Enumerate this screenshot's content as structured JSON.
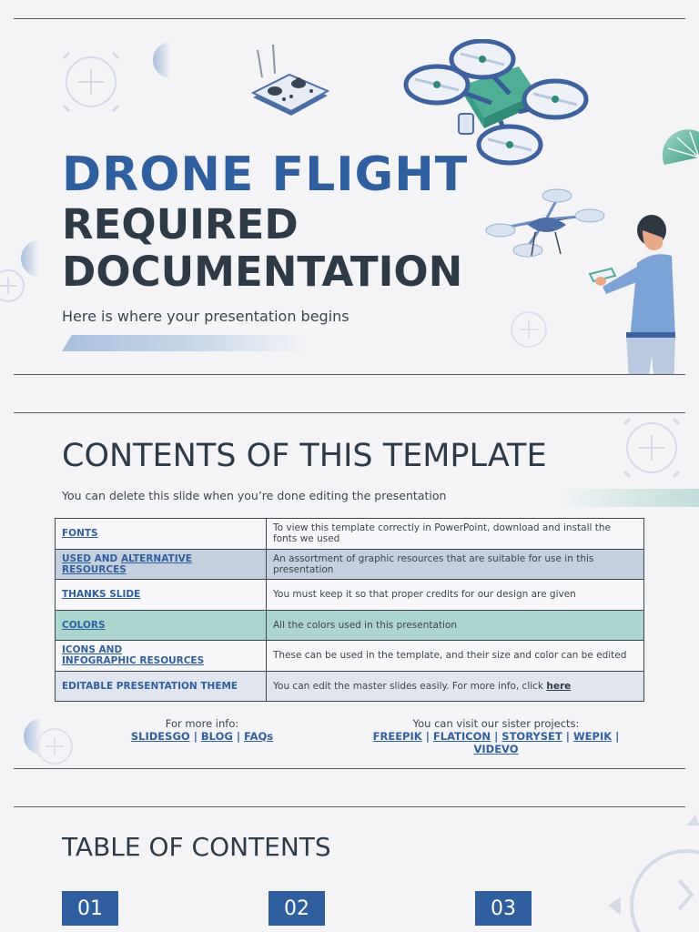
{
  "slide1": {
    "title_line1": "DRONE FLIGHT",
    "title_line2": "REQUIRED",
    "title_line3": "DOCUMENTATION",
    "subtitle": "Here is where your presentation begins"
  },
  "slide2": {
    "title": "CONTENTS OF THIS TEMPLATE",
    "subtitle": "You can delete this slide when you’re done editing the presentation",
    "rows": [
      {
        "key": "FONTS",
        "desc": "To view this template correctly in PowerPoint, download and install the fonts we used"
      },
      {
        "key_used": "USED",
        "key_and": " AND ",
        "key_alt": "ALTERNATIVE",
        "key_res": "RESOURCES",
        "desc": "An assortment of graphic resources that are suitable for use in this presentation"
      },
      {
        "key": "THANKS SLIDE",
        "desc": "You must keep it so that proper credits for our design are given"
      },
      {
        "key": "COLORS",
        "desc": "All the colors used in this presentation"
      },
      {
        "key_l1": "ICONS AND",
        "key_l2": "INFOGRAPHIC RESOURCES",
        "desc": "These can be used in the template, and their size and color can be edited"
      },
      {
        "key": "EDITABLE PRESENTATION THEME",
        "desc": "You can edit the master slides easily. For more info, click ",
        "link": "here"
      }
    ],
    "more_info": {
      "label": "For more info:",
      "links": [
        "SLIDESGO",
        "BLOG",
        "FAQs"
      ]
    },
    "sister": {
      "label": "You can visit our sister projects:",
      "links": [
        "FREEPIK",
        "FLATICON",
        "STORYSET",
        "WEPIK",
        "VIDEVO"
      ]
    },
    "separator": "|"
  },
  "slide3": {
    "title": "TABLE OF CONTENTS",
    "numbers": [
      "01",
      "02",
      "03"
    ]
  },
  "colors": {
    "accent_blue": "#2f5f9f",
    "dark_text": "#2e3a46",
    "table_blue": "#c4cfdf",
    "table_green": "#abd5cf",
    "background": "#f4f4f7"
  }
}
